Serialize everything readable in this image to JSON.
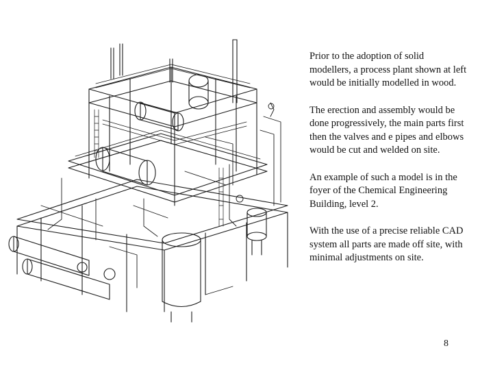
{
  "slide": {
    "paragraphs": [
      "Prior to the adoption of solid modellers, a process plant shown at left would be initially modelled in wood.",
      "The erection and assembly would be done progressively, the main parts first then the valves and e pipes and elbows would be cut and welded on site.",
      "An example of such a model is in the foyer of the Chemical Engineering Building, level 2.",
      "With the use of a precise reliable CAD system all parts are made off site, with minimal adjustments on site."
    ],
    "page_number": "8",
    "illustration": {
      "icon": "process-plant-isometric-line-drawing",
      "ink_color": "#1a1a1a"
    }
  }
}
